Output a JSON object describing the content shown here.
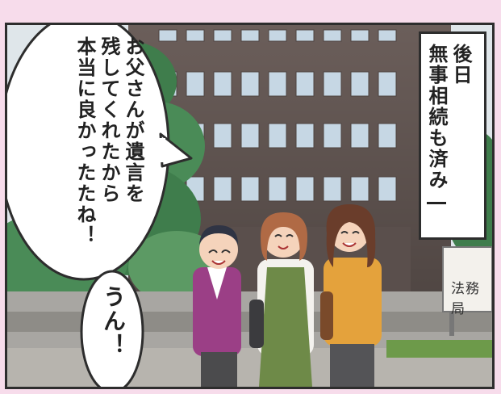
{
  "caption": {
    "text": "後日\n無事相続も済み―"
  },
  "speech_left": {
    "text": "お父さんが遺言を\n残してくれたから\n本当に良かったたね！"
  },
  "speech_right": {
    "text": "うん！"
  },
  "sign": {
    "label": "法務局"
  },
  "colors": {
    "page_bg": "#f7dceb",
    "building": "#6b5e5a",
    "window": "#c6d7e4",
    "tree": "#3f7d4c",
    "woman_left_jacket": "#9b3f86",
    "woman_mid_apron": "#6e8a48",
    "woman_right_sweater": "#e4a23c"
  }
}
